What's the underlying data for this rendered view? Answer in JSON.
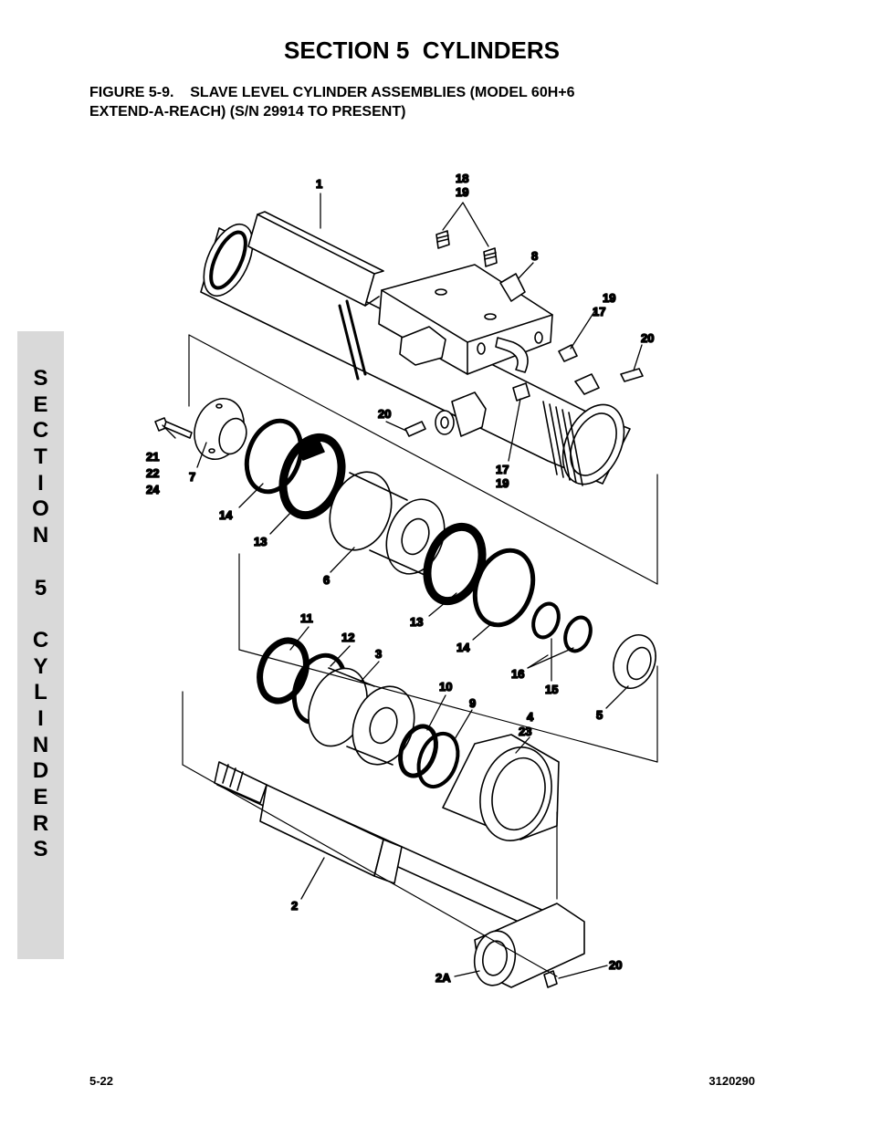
{
  "header": {
    "section_title": "SECTION 5  CYLINDERS",
    "figure_title_line1": "FIGURE 5-9.    SLAVE LEVEL CYLINDER ASSEMBLIES (MODEL 60H+6",
    "figure_title_line2": "EXTEND-A-REACH) (S/N 29914 TO PRESENT)"
  },
  "side_tab": {
    "word1": [
      "S",
      "E",
      "C",
      "T",
      "I",
      "O",
      "N"
    ],
    "word2": [
      "5"
    ],
    "word3": [
      "C",
      "Y",
      "L",
      "I",
      "N",
      "D",
      "E",
      "R",
      "S"
    ]
  },
  "callouts": [
    "1",
    "18",
    "19",
    "8",
    "19",
    "17",
    "20",
    "20",
    "21",
    "22",
    "24",
    "7",
    "17",
    "19",
    "14",
    "13",
    "6",
    "13",
    "14",
    "11",
    "12",
    "3",
    "16",
    "15",
    "5",
    "10",
    "9",
    "4",
    "23",
    "2",
    "2A",
    "20"
  ],
  "footer": {
    "page_number": "5-22",
    "doc_number": "3120290"
  }
}
